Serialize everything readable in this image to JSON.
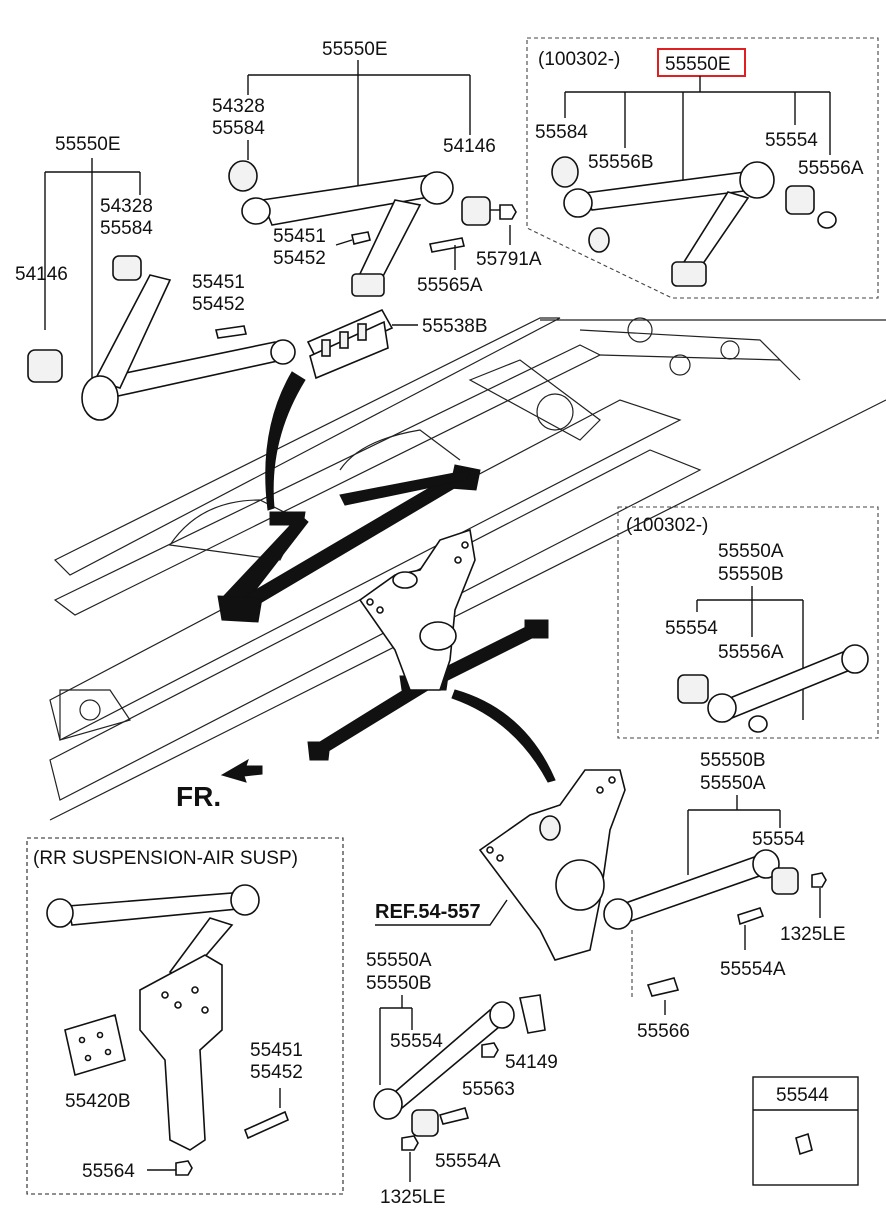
{
  "labels": {
    "top_assembly": "55550E",
    "left_assembly": "55550E",
    "top_54328": "54328",
    "top_55584": "55584",
    "top_54146": "54146",
    "top_55451": "55451",
    "top_55452": "55452",
    "top_55565A": "55565A",
    "top_55791A": "55791A",
    "left_54328": "54328",
    "left_55584": "55584",
    "left_54146": "54146",
    "left_55451": "55451",
    "left_55452": "55452",
    "bracket_55538B": "55538B",
    "fr": "FR.",
    "ref": "REF.54-557",
    "right_assembly_b": "55550B",
    "right_assembly_a": "55550A",
    "right_55554": "55554",
    "right_1325LE": "1325LE",
    "right_55554A": "55554A",
    "right_55566": "55566",
    "bottom_55550A": "55550A",
    "bottom_55550B": "55550B",
    "bottom_55554": "55554",
    "bottom_54149": "54149",
    "bottom_55563": "55563",
    "bottom_55554A": "55554A",
    "bottom_1325LE": "1325LE",
    "part_box_55544": "55544"
  },
  "inset_top": {
    "date": "(100302-)",
    "assembly": "55550E",
    "p55584": "55584",
    "p55556B": "55556B",
    "p55554": "55554",
    "p55556A": "55556A"
  },
  "inset_mid": {
    "date": "(100302-)",
    "assembly_a": "55550A",
    "assembly_b": "55550B",
    "p55554": "55554",
    "p55556A": "55556A"
  },
  "inset_air": {
    "title": "(RR SUSPENSION-AIR SUSP)",
    "p55420B": "55420B",
    "p55451": "55451",
    "p55452": "55452",
    "p55564": "55564"
  },
  "colors": {
    "highlight": "#e02020",
    "ink": "#111111"
  }
}
